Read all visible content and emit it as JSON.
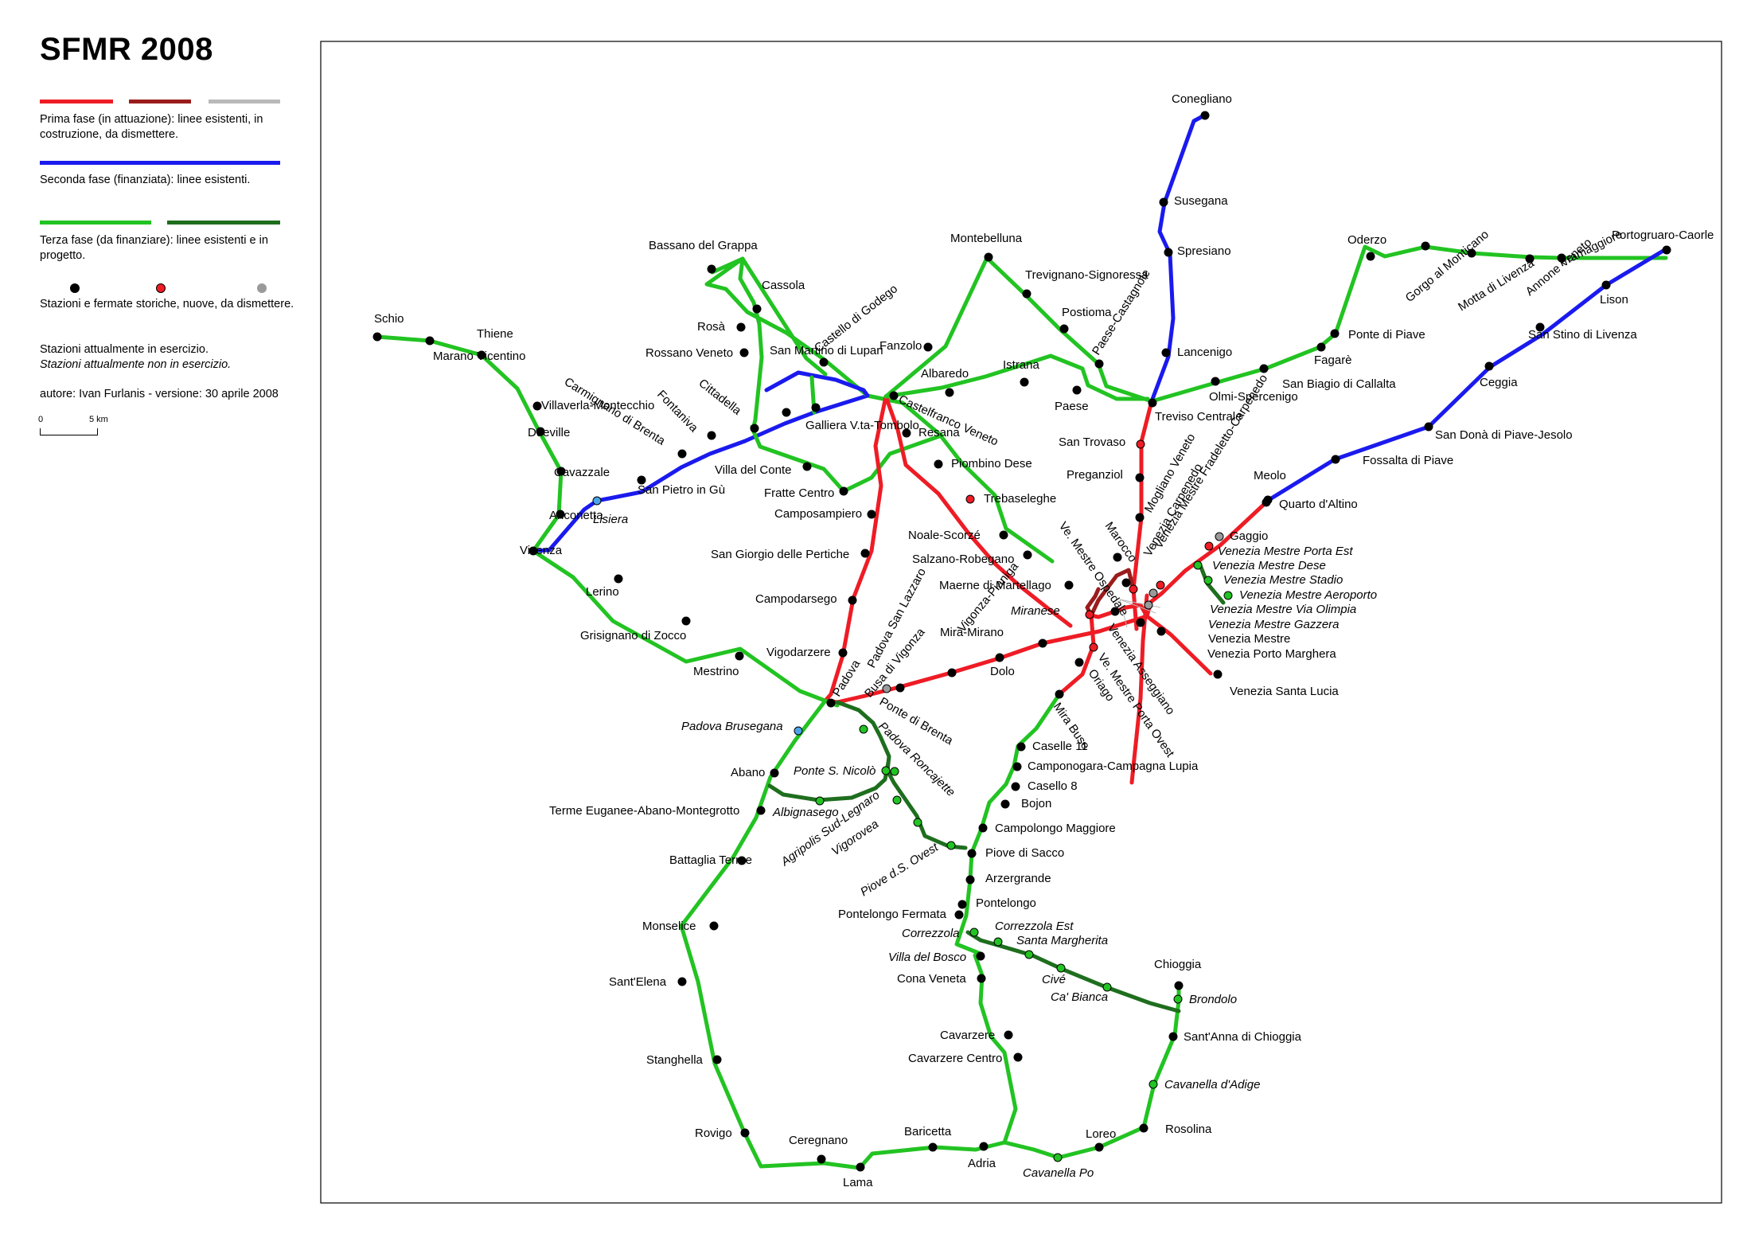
{
  "title": "SFMR 2008",
  "legend": {
    "phase1": "Prima fase (in attuazione): linee esistenti, in costruzione, da dismettere.",
    "phase2": "Seconda fase (finanziata): linee esistenti.",
    "phase3": "Terza fase (da finanziare): linee esistenti e in progetto.",
    "stations": "Stazioni e fermate storiche, nuove, da dismettere.",
    "in_service": "Stazioni attualmente in esercizio.",
    "not_in_service": "Stazioni attualmente non in esercizio.",
    "author": "autore: Ivan Furlanis - versione: 30 aprile 2008",
    "scale_0": "0",
    "scale_5": "5 km"
  },
  "colors": {
    "red": "#ee1c25",
    "dark_red": "#9b1c1c",
    "grey": "#b9b9b9",
    "blue": "#1a1aee",
    "green": "#22c322",
    "dark_green": "#1e6e1e",
    "station_black": "#000000",
    "station_new": "#ee1c25",
    "station_dismiss": "#9a9a9a",
    "station_green": "#22c322",
    "station_blue": "#4aa3e8"
  },
  "stations": [
    {
      "label": "Schio"
    },
    {
      "label": "Marano Vicentino"
    },
    {
      "label": "Thiene"
    },
    {
      "label": "Villaverla-Montecchio"
    },
    {
      "label": "Dueville"
    },
    {
      "label": "Cavazzale"
    },
    {
      "label": "Anconetta"
    },
    {
      "label": "Vicenza"
    },
    {
      "label": "Lisiera"
    },
    {
      "label": "San Pietro in Gù"
    },
    {
      "label": "Carmignano di Brenta"
    },
    {
      "label": "Fontaniva"
    },
    {
      "label": "Cittadella"
    },
    {
      "label": "Bassano del Grappa"
    },
    {
      "label": "Cassola"
    },
    {
      "label": "Rosà"
    },
    {
      "label": "Rossano Veneto"
    },
    {
      "label": "Castello di Godego"
    },
    {
      "label": "San Martino di Lupari"
    },
    {
      "label": "Galliera V.ta-Tombolo"
    },
    {
      "label": "Villa del Conte"
    },
    {
      "label": "Fratte Centro"
    },
    {
      "label": "Camposampiero"
    },
    {
      "label": "San Giorgio delle Pertiche"
    },
    {
      "label": "Campodarsego"
    },
    {
      "label": "Vigodarzere"
    },
    {
      "label": "Lerino"
    },
    {
      "label": "Grisignano di Zocco"
    },
    {
      "label": "Mestrino"
    },
    {
      "label": "Montebelluna"
    },
    {
      "label": "Trevignano-Signoressa"
    },
    {
      "label": "Postioma"
    },
    {
      "label": "Fanzolo"
    },
    {
      "label": "Albaredo"
    },
    {
      "label": "Istrana"
    },
    {
      "label": "Paese"
    },
    {
      "label": "Paese-Castagnole"
    },
    {
      "label": "Castelfranco Veneto"
    },
    {
      "label": "Resana"
    },
    {
      "label": "Piombino Dese"
    },
    {
      "label": "Trebaseleghe"
    },
    {
      "label": "Noale-Scorzé"
    },
    {
      "label": "Salzano-Robegano"
    },
    {
      "label": "Maerne di Martellago"
    },
    {
      "label": "Conegliano"
    },
    {
      "label": "Susegana"
    },
    {
      "label": "Spresiano"
    },
    {
      "label": "Lancenigo"
    },
    {
      "label": "Treviso Centrale"
    },
    {
      "label": "San Trovaso"
    },
    {
      "label": "Preganziol"
    },
    {
      "label": "Mogliano Veneto"
    },
    {
      "label": "Marocco"
    },
    {
      "label": "Ve. Mestre Ospedale"
    },
    {
      "label": "Venezia Carpenedo"
    },
    {
      "label": "Venezia Mestre Fradeletto-Carpenedo"
    },
    {
      "label": "Oderzo"
    },
    {
      "label": "Gorgo al Monticano"
    },
    {
      "label": "Motta di Livenza"
    },
    {
      "label": "Annone Veneto"
    },
    {
      "label": "Pramaggiore"
    },
    {
      "label": "Portogruaro-Caorle"
    },
    {
      "label": "Lison"
    },
    {
      "label": "San Stino di Livenza"
    },
    {
      "label": "Ceggia"
    },
    {
      "label": "San Donà di Piave-Jesolo"
    },
    {
      "label": "Fossalta di Piave"
    },
    {
      "label": "Meolo"
    },
    {
      "label": "Quarto d'Altino"
    },
    {
      "label": "Ponte di Piave"
    },
    {
      "label": "Fagarè"
    },
    {
      "label": "San Biagio di Callalta"
    },
    {
      "label": "Olmi-Spercenigo"
    },
    {
      "label": "Gaggio"
    },
    {
      "label": "Venezia Mestre Porta Est"
    },
    {
      "label": "Venezia Mestre Dese"
    },
    {
      "label": "Venezia Mestre Stadio"
    },
    {
      "label": "Venezia Mestre Aeroporto"
    },
    {
      "label": "Venezia Mestre Via Olimpia"
    },
    {
      "label": "Venezia Mestre Gazzera"
    },
    {
      "label": "Venezia Mestre"
    },
    {
      "label": "Venezia Porto Marghera"
    },
    {
      "label": "Venezia Santa Lucia"
    },
    {
      "label": "Miranese"
    },
    {
      "label": "Mira-Mirano"
    },
    {
      "label": "Dolo"
    },
    {
      "label": "Vigonza-Pianiga"
    },
    {
      "label": "Busa di Vigonza"
    },
    {
      "label": "Padova San Lazzaro"
    },
    {
      "label": "Padova"
    },
    {
      "label": "Venezia Asseggiano"
    },
    {
      "label": "Ve. Mestre Porta Ovest"
    },
    {
      "label": "Oriago"
    },
    {
      "label": "Mira Buse"
    },
    {
      "label": "Caselle 11"
    },
    {
      "label": "Camponogara-Campagna Lupia"
    },
    {
      "label": "Casello 8"
    },
    {
      "label": "Bojon"
    },
    {
      "label": "Campolongo Maggiore"
    },
    {
      "label": "Piove di Sacco"
    },
    {
      "label": "Arzergrande"
    },
    {
      "label": "Pontelongo"
    },
    {
      "label": "Pontelongo Fermata"
    },
    {
      "label": "Correzzola"
    },
    {
      "label": "Correzzola Est"
    },
    {
      "label": "Santa Margherita"
    },
    {
      "label": "Villa del Bosco"
    },
    {
      "label": "Civé"
    },
    {
      "label": "Ca' Bianca"
    },
    {
      "label": "Cona Veneta"
    },
    {
      "label": "Chioggia"
    },
    {
      "label": "Brondolo"
    },
    {
      "label": "Sant'Anna di Chioggia"
    },
    {
      "label": "Cavanella d'Adige"
    },
    {
      "label": "Rosolina"
    },
    {
      "label": "Loreo"
    },
    {
      "label": "Cavanella Po"
    },
    {
      "label": "Adria"
    },
    {
      "label": "Baricetta"
    },
    {
      "label": "Cavarzere"
    },
    {
      "label": "Cavarzere Centro"
    },
    {
      "label": "Ceregnano"
    },
    {
      "label": "Lama"
    },
    {
      "label": "Rovigo"
    },
    {
      "label": "Stanghella"
    },
    {
      "label": "Sant'Elena"
    },
    {
      "label": "Monselice"
    },
    {
      "label": "Battaglia Terme"
    },
    {
      "label": "Terme Euganee-Abano-Montegrotto"
    },
    {
      "label": "Abano"
    },
    {
      "label": "Albignasego"
    },
    {
      "label": "Padova Brusegana"
    },
    {
      "label": "Ponte S. Nicolò"
    },
    {
      "label": "Ponte di Brenta"
    },
    {
      "label": "Padova Roncajette"
    },
    {
      "label": "Agripolis Sud-Legnaro"
    },
    {
      "label": "Vigorovea"
    },
    {
      "label": "Piove d.S. Ovest"
    }
  ]
}
